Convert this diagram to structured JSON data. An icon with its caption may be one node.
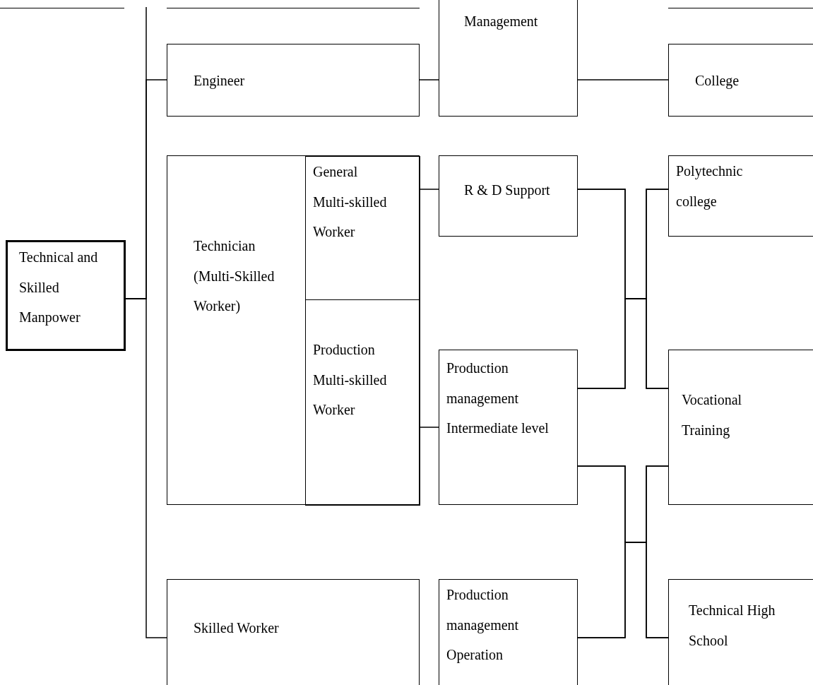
{
  "diagram": {
    "nodes": [
      {
        "text": [
          "Technical and Skilled Manpower"
        ]
      },
      {
        "text": [
          "Engineer"
        ]
      },
      {
        "text": [
          "Management"
        ]
      },
      {
        "text": [
          "College"
        ]
      },
      {
        "text": [
          "Technician (Multi-Skilled Worker)"
        ]
      },
      {
        "text": [
          "General Multi-skilled Worker"
        ],
        "in": 4
      },
      {
        "text": [
          "Production Multi-skilled Worker"
        ],
        "in": 4
      },
      {
        "text": [
          "R & D Support"
        ]
      },
      {
        "text": [
          "Polytechnic college"
        ]
      },
      {
        "text": [
          "Production management Intermediate level"
        ]
      },
      {
        "text": [
          "Vocational Training"
        ]
      },
      {
        "text": [
          "Skilled Worker"
        ]
      },
      {
        "text": [
          "Production management Operation"
        ]
      },
      {
        "text": [
          "Technical High School"
        ]
      }
    ],
    "edges": [
      {
        "from": 0,
        "to": 1,
        "arrow": "none"
      },
      {
        "from": 0,
        "to": 11,
        "arrow": "none"
      },
      {
        "from": 0,
        "to": null,
        "arrow": "none"
      },
      {
        "from": 1,
        "to": 2,
        "arrow": "none"
      },
      {
        "from": 2,
        "to": 3,
        "arrow": "none"
      },
      {
        "from": 5,
        "to": 7,
        "arrow": "none"
      },
      {
        "from": 6,
        "to": 9,
        "arrow": "none"
      },
      {
        "from": 7,
        "to": 8,
        "arrow": "none"
      },
      {
        "from": 7,
        "to": 10,
        "arrow": "none"
      },
      {
        "from": 9,
        "to": 8,
        "arrow": "none"
      },
      {
        "from": 9,
        "to": 10,
        "arrow": "none"
      },
      {
        "from": 9,
        "to": 10,
        "arrow": "none"
      },
      {
        "from": 9,
        "to": 13,
        "arrow": "none"
      },
      {
        "from": 12,
        "to": 10,
        "arrow": "none"
      },
      {
        "from": 12,
        "to": 13,
        "arrow": "none"
      }
    ]
  }
}
